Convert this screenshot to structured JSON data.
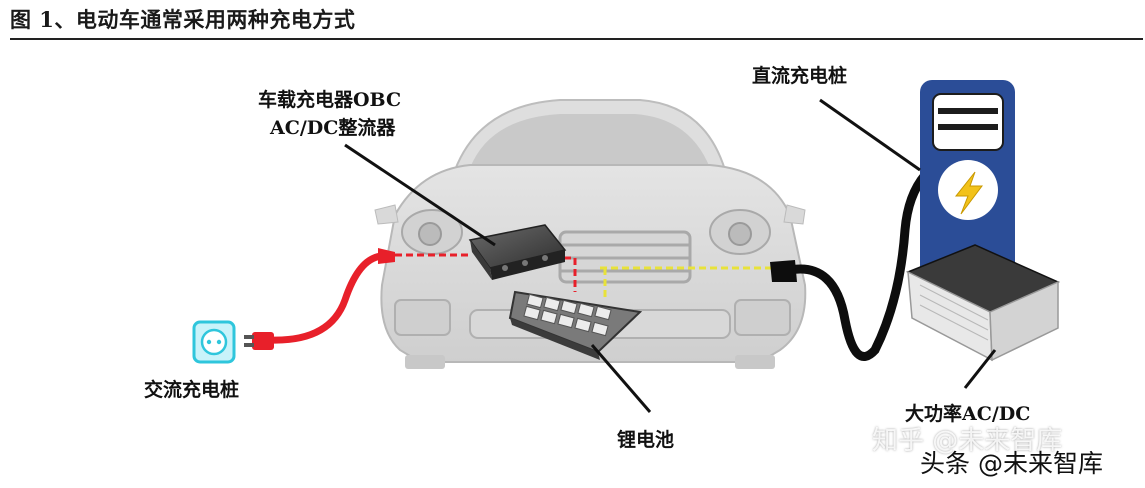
{
  "title": "图 1、电动车通常采用两种充电方式",
  "labels": {
    "obc_line1": "车载充电器OBC",
    "obc_line2": "AC/DC整流器",
    "dc_pile": "直流充电桩",
    "ac_pile": "交流充电桩",
    "battery": "锂电池",
    "high_power": "大功率AC/DC"
  },
  "watermarks": {
    "zhihu": "知乎 @未来智库",
    "toutiao": "头条 @未来智库"
  },
  "colors": {
    "ac_cable": "#e8202a",
    "dc_pile_body": "#2b4d97",
    "dc_cable": "#0d0d0d",
    "socket": "#2fc6dc",
    "bolt": "#f2c21a",
    "hv_wire": "#e8e23a"
  },
  "icons": [
    "socket-icon",
    "lightning-icon",
    "plug-icon"
  ]
}
